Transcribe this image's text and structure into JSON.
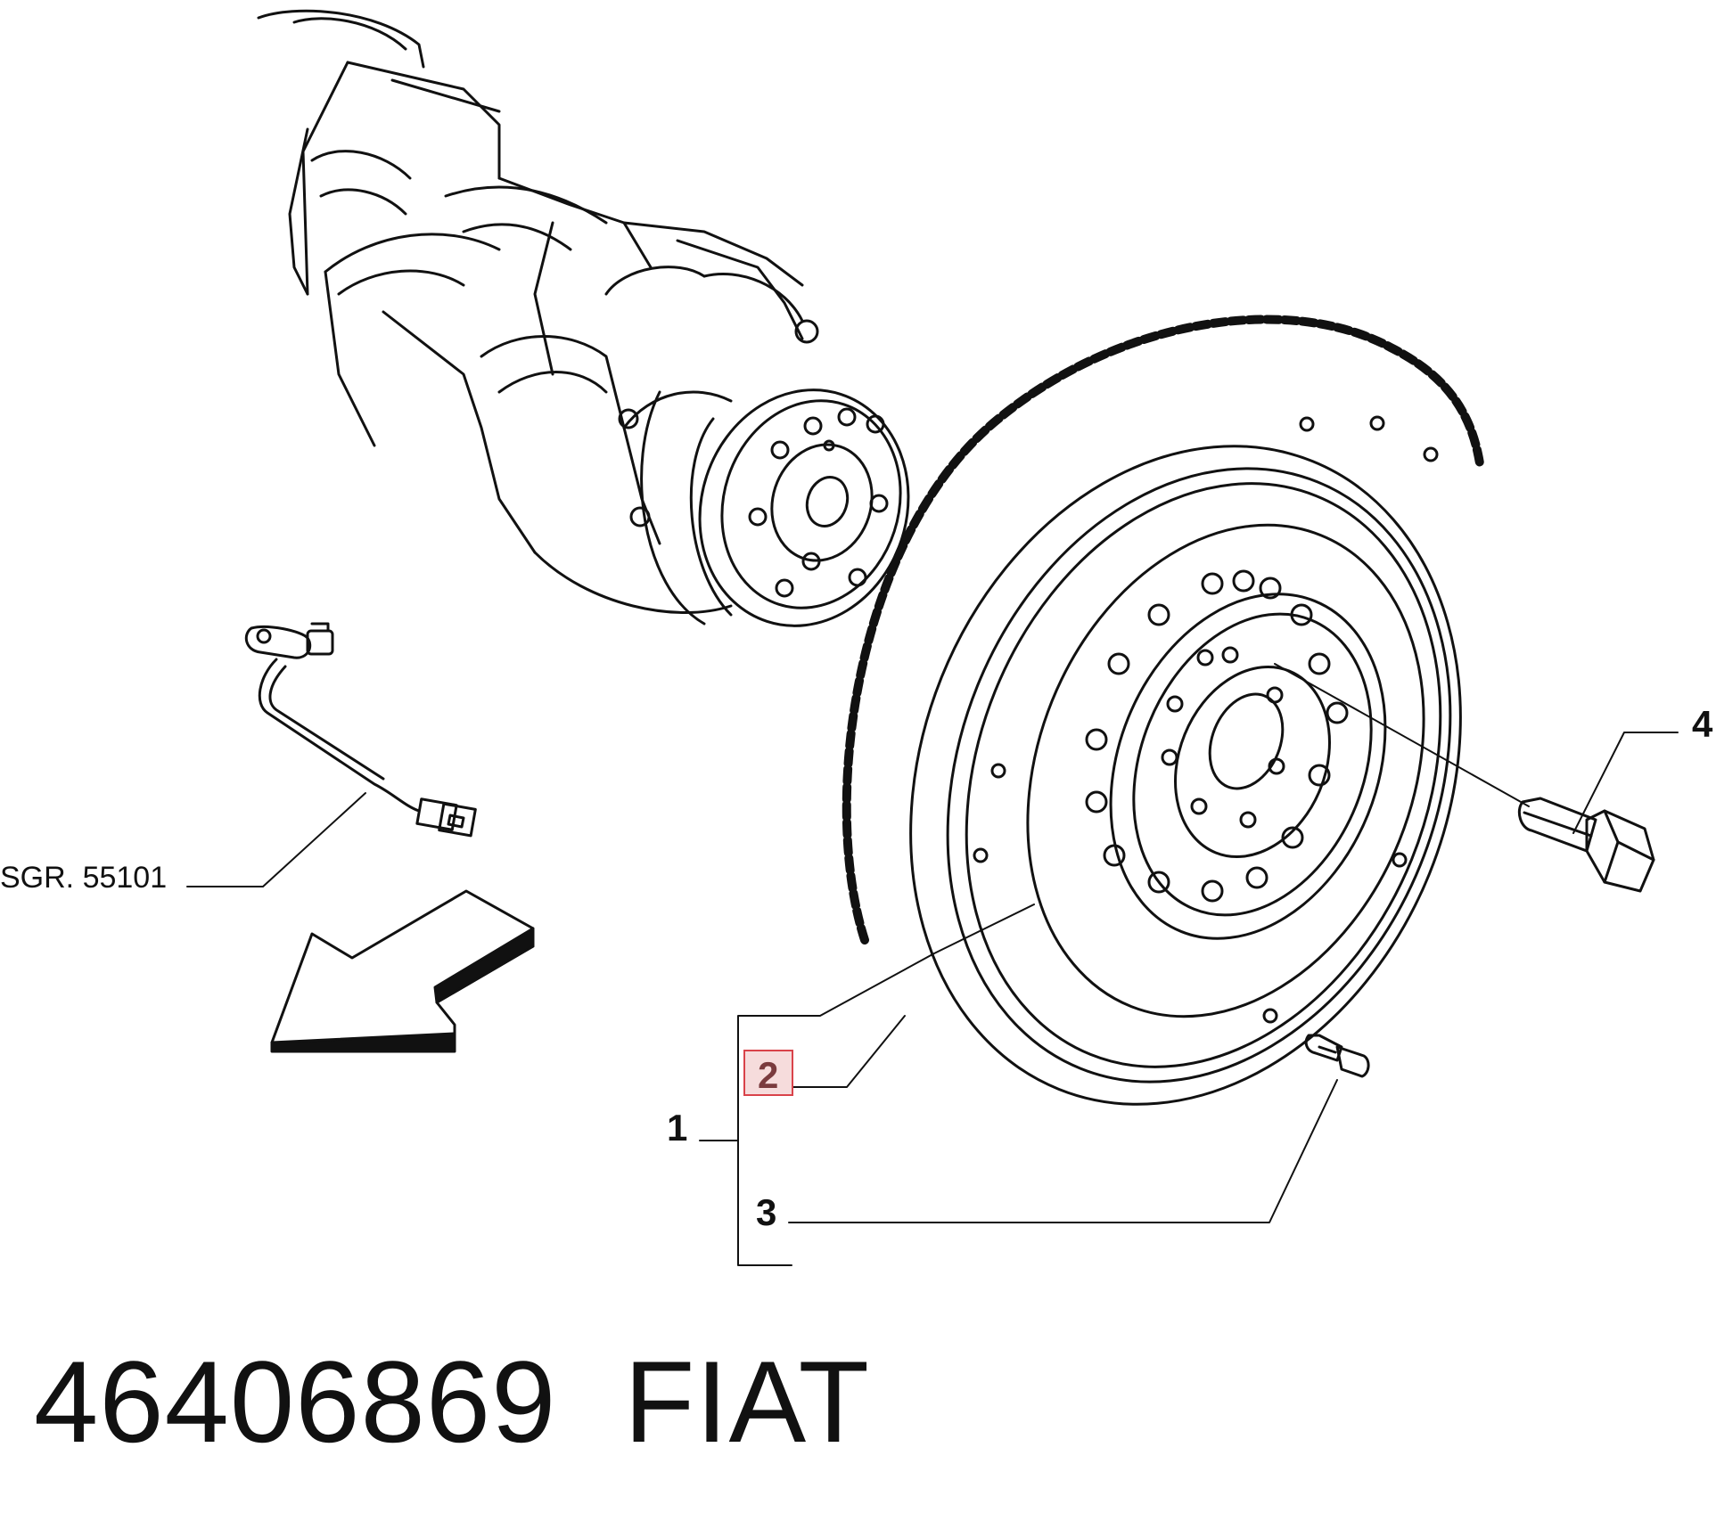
{
  "callouts": {
    "c1": "1",
    "c2": "2",
    "c3": "3",
    "c4": "4",
    "group_ref": "SGR. 55101"
  },
  "footer": {
    "part_number": "46406869",
    "brand": "FIAT"
  },
  "colors": {
    "line": "#111111",
    "highlight_border": "#d9434a",
    "highlight_fill": "#f6dcdc",
    "background": "#ffffff"
  }
}
